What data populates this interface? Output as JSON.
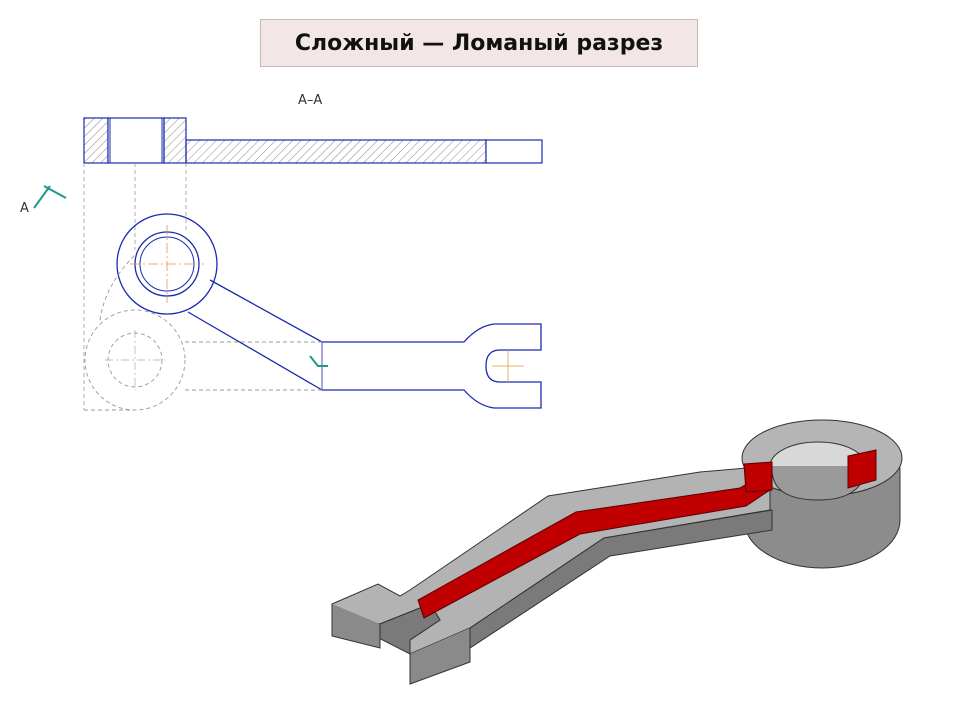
{
  "title": "Сложный — Ломаный разрез",
  "section_label": "А–А",
  "cut_label": "А",
  "colors": {
    "outline": "#1a2bb0",
    "hatch": "#777777",
    "dashed": "#888888",
    "centerline": "#e39a3a",
    "cut_mark": "#1f9a8a",
    "solid_grey": "#a8a8a8",
    "solid_dark": "#6e6e6e",
    "section_red": "#c00000"
  }
}
